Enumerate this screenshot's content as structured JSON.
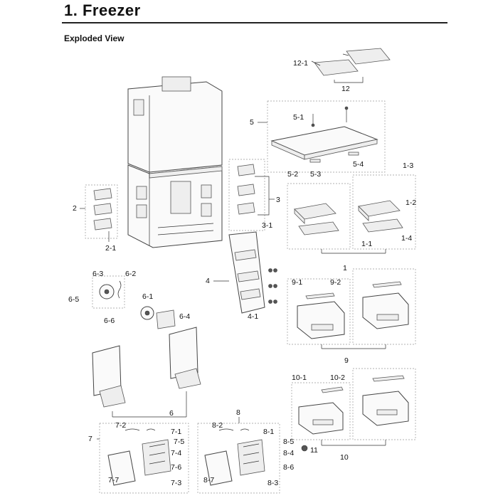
{
  "header": {
    "title": "1. Freezer",
    "subtitle": "Exploded View"
  },
  "labels": {
    "l1": "1",
    "l1_1": "1-1",
    "l1_2": "1-2",
    "l1_3": "1-3",
    "l1_4": "1-4",
    "l2": "2",
    "l2_1": "2-1",
    "l3": "3",
    "l3_1": "3-1",
    "l4": "4",
    "l4_1": "4-1",
    "l5": "5",
    "l5_1": "5-1",
    "l5_2": "5-2",
    "l5_3": "5-3",
    "l5_4": "5-4",
    "l6": "6",
    "l6_1": "6-1",
    "l6_2": "6-2",
    "l6_3": "6-3",
    "l6_4": "6-4",
    "l6_5": "6-5",
    "l6_6": "6-6",
    "l7": "7",
    "l7_1": "7-1",
    "l7_2": "7-2",
    "l7_3": "7-3",
    "l7_4": "7-4",
    "l7_5": "7-5",
    "l7_6": "7-6",
    "l7_7": "7-7",
    "l8": "8",
    "l8_1": "8-1",
    "l8_2": "8-2",
    "l8_3": "8-3",
    "l8_4": "8-4",
    "l8_5": "8-5",
    "l8_6": "8-6",
    "l8_7": "8-7",
    "l9": "9",
    "l9_1": "9-1",
    "l9_2": "9-2",
    "l10": "10",
    "l10_1": "10-1",
    "l10_2": "10-2",
    "l11": "11",
    "l12": "12",
    "l12_1": "12-1"
  }
}
